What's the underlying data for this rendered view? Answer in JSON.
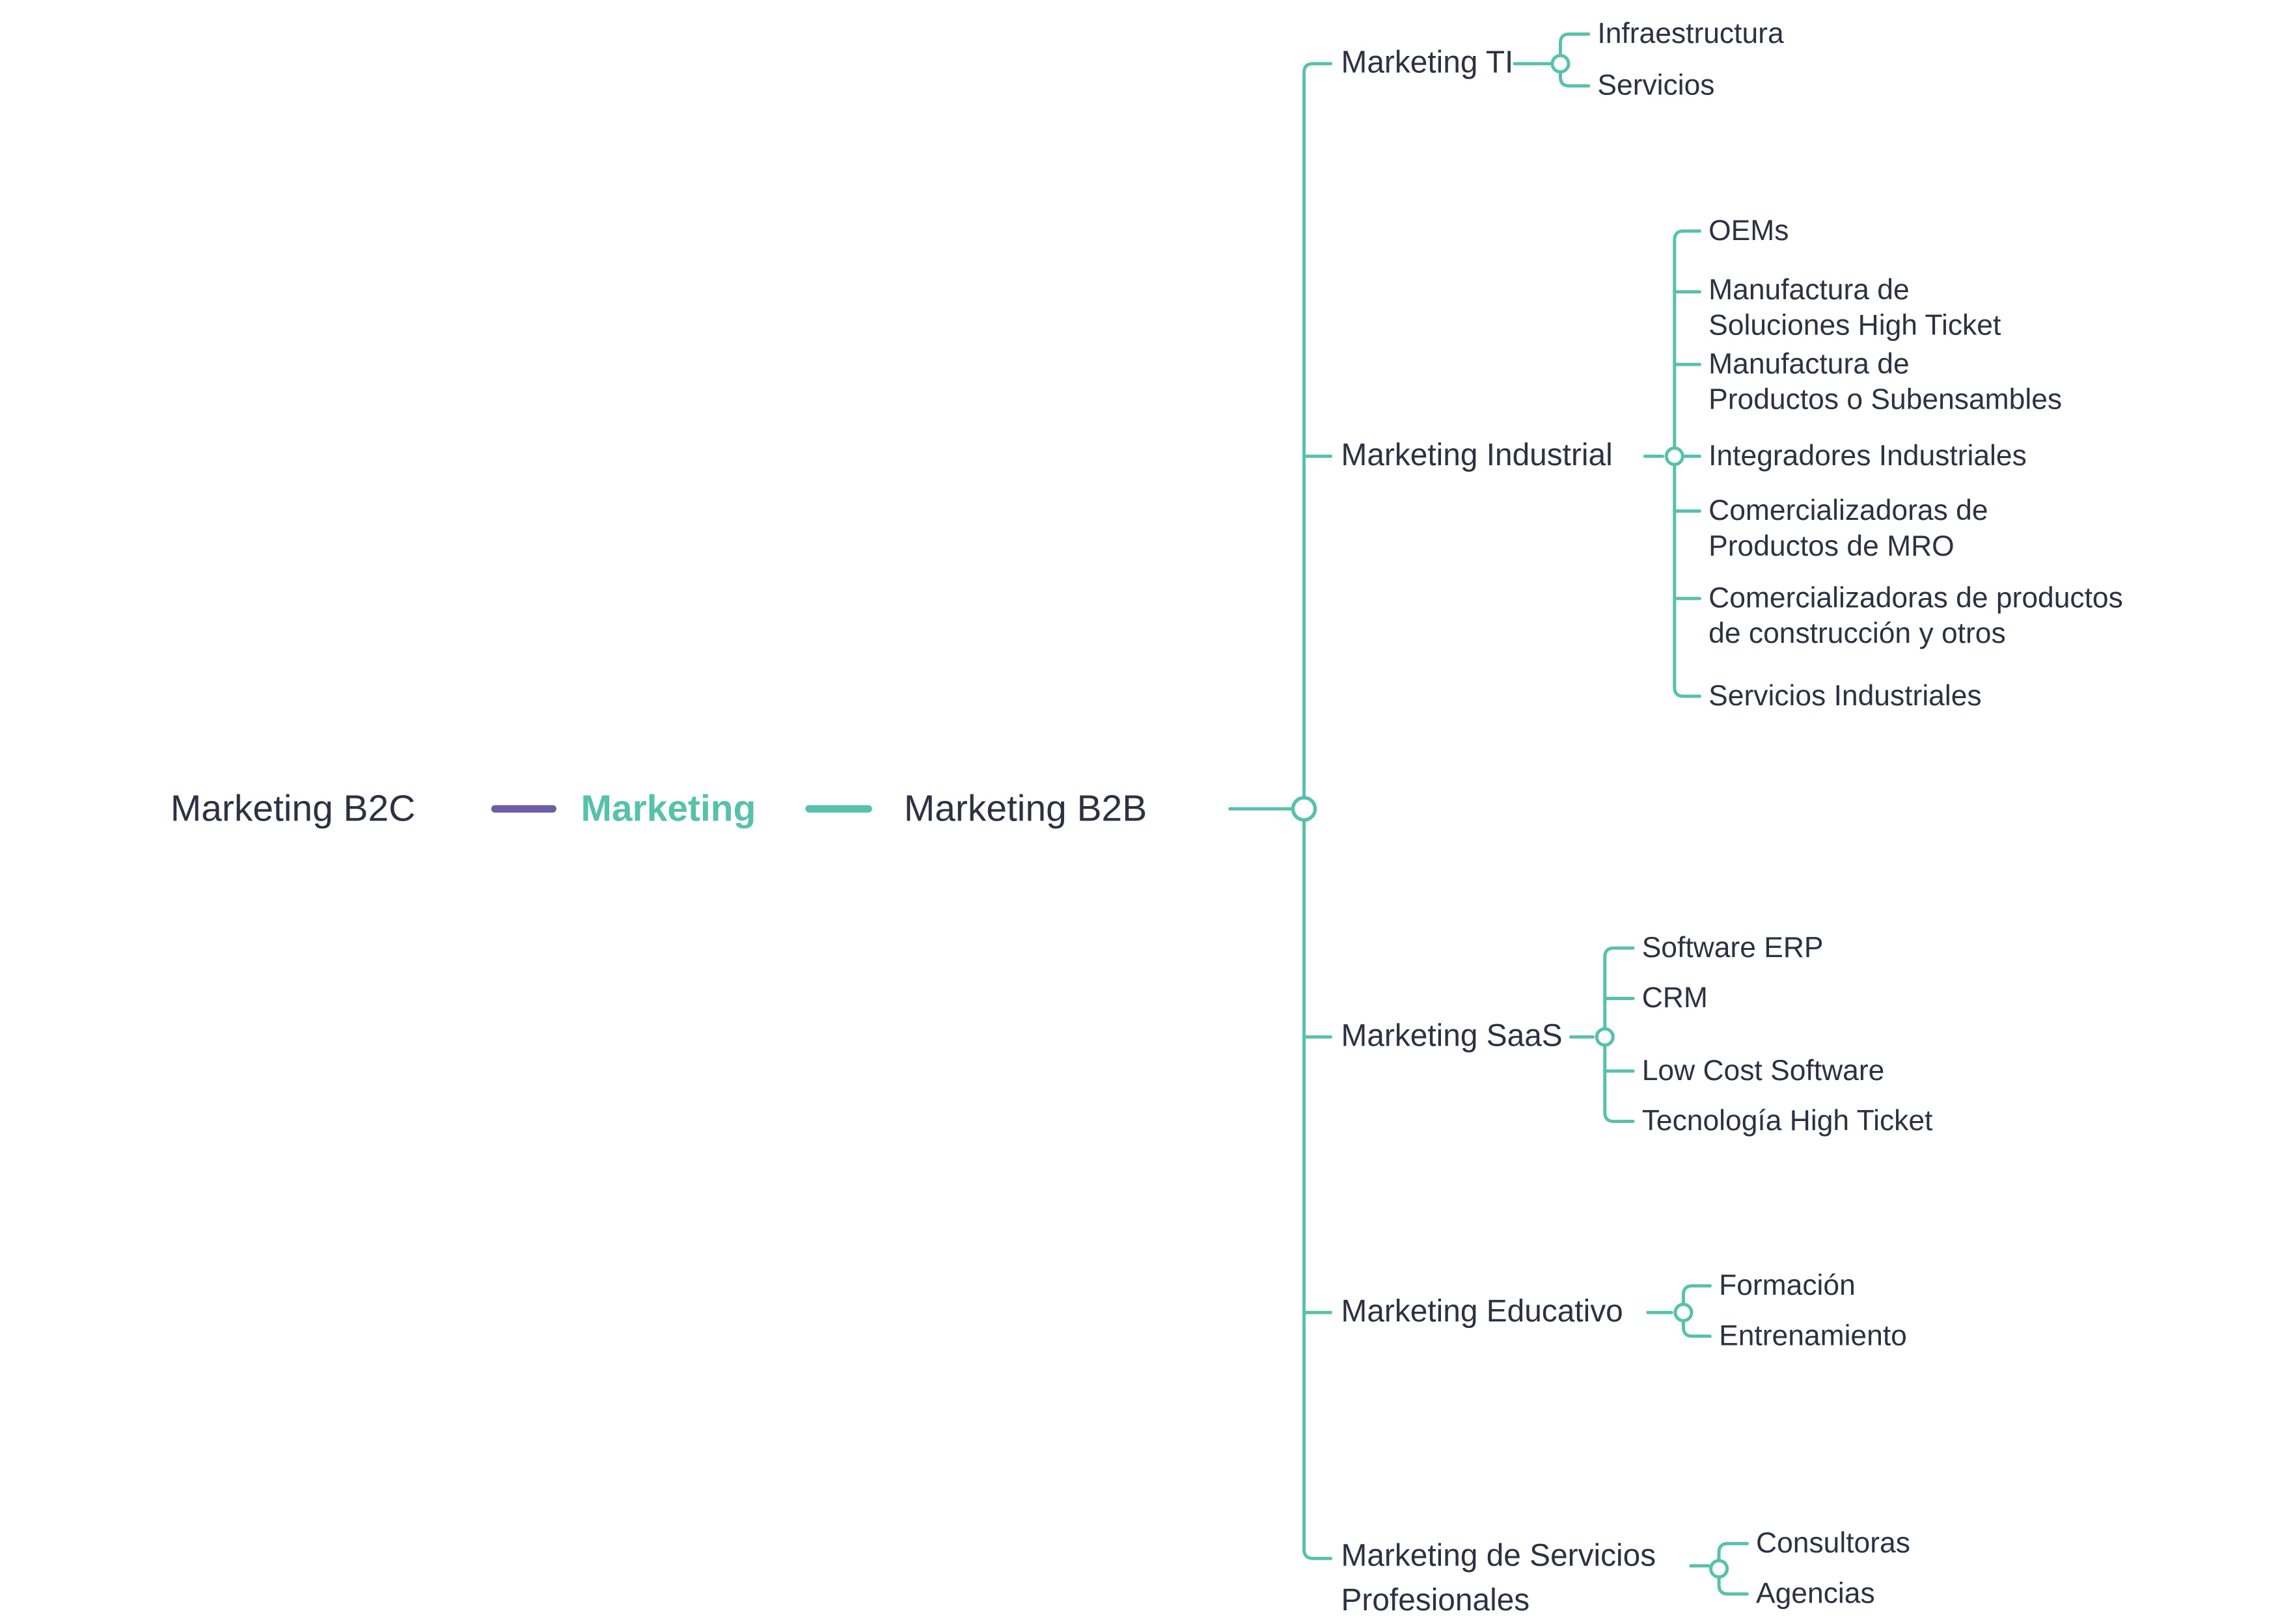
{
  "colors": {
    "accent_teal": "#58c1ac",
    "accent_purple": "#6b5ca5",
    "text_dark": "#2d3142",
    "background": "#ffffff"
  },
  "mindmap": {
    "center": {
      "label": "Marketing"
    },
    "left_branch": {
      "label": "Marketing B2C"
    },
    "right_branch": {
      "label": "Marketing B2B"
    },
    "b2b_branches": [
      {
        "label": "Marketing TI",
        "children": [
          {
            "label": "Infraestructura"
          },
          {
            "label": "Servicios"
          }
        ]
      },
      {
        "label": "Marketing Industrial",
        "children": [
          {
            "label": "OEMs"
          },
          {
            "label": "Manufactura de\nSoluciones High Ticket"
          },
          {
            "label": "Manufactura de\nProductos o Subensambles"
          },
          {
            "label": "Integradores Industriales"
          },
          {
            "label": "Comercializadoras de\nProductos de MRO"
          },
          {
            "label": "Comercializadoras de productos\nde construcción y otros"
          },
          {
            "label": "Servicios Industriales"
          }
        ]
      },
      {
        "label": "Marketing SaaS",
        "children": [
          {
            "label": "Software ERP"
          },
          {
            "label": "CRM"
          },
          {
            "label": "Low Cost Software"
          },
          {
            "label": "Tecnología High Ticket"
          }
        ]
      },
      {
        "label": "Marketing Educativo",
        "children": [
          {
            "label": "Formación"
          },
          {
            "label": "Entrenamiento"
          }
        ]
      },
      {
        "label": "Marketing de Servicios\nProfesionales",
        "children": [
          {
            "label": "Consultoras"
          },
          {
            "label": "Agencias"
          }
        ]
      }
    ]
  }
}
